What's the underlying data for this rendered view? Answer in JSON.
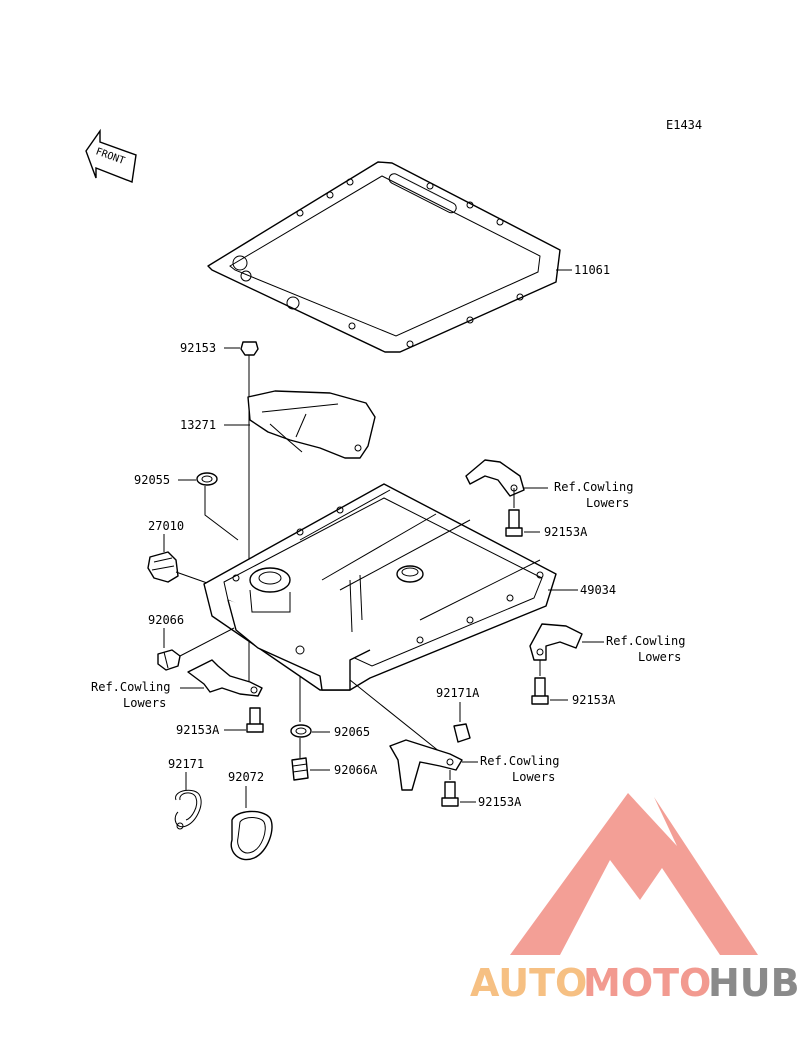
{
  "diagram_id": "E1434",
  "front_label": "FRONT",
  "parts": {
    "p11061": "11061",
    "p92153_top": "92153",
    "p13271": "13271",
    "p92055": "92055",
    "p27010": "27010",
    "p92066": "92066",
    "p49034": "49034",
    "p92153A_r1": "92153A",
    "p92153A_r2": "92153A",
    "p92153A_l": "92153A",
    "p92153A_b": "92153A",
    "p92171A": "92171A",
    "p92065": "92065",
    "p92066A": "92066A",
    "p92171": "92171",
    "p92072": "92072"
  },
  "refs": {
    "ref1_line1": "Ref.Cowling",
    "ref1_line2": "Lowers",
    "ref2_line1": "Ref.Cowling",
    "ref2_line2": "Lowers",
    "ref3_line1": "Ref.Cowling",
    "ref3_line2": "Lowers",
    "ref4_line1": "Ref.Cowling",
    "ref4_line2": "Lowers"
  },
  "watermark": {
    "part1": "AUTO",
    "part2": "MOTO",
    "part3": "HUB",
    "color1": "#f6c083",
    "color2": "#f29a90",
    "color3": "#8a8a8a",
    "logo_color": "#f29a90"
  }
}
